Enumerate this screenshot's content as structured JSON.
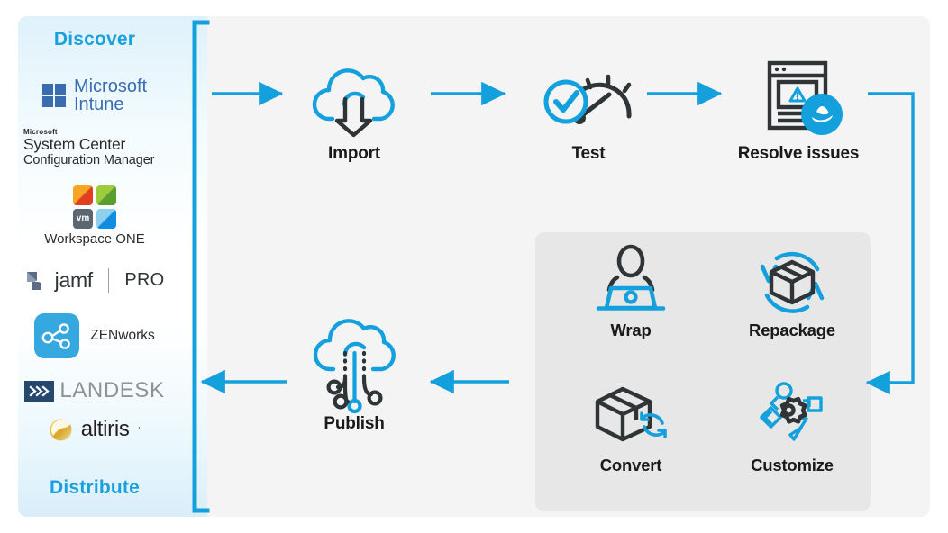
{
  "theme": {
    "accent_blue": "#1ba0dd",
    "arrow_blue": "#13a0dd",
    "dark": "#2f3437",
    "panel_bg": "#f4f4f4",
    "inner_panel_bg": "#e7e7e7",
    "page_bg": "#ffffff"
  },
  "sidebar": {
    "title_top": "Discover",
    "title_bottom": "Distribute",
    "logos": [
      {
        "name": "microsoft-intune",
        "line1": "Microsoft",
        "line2": "Intune"
      },
      {
        "name": "system-center-configuration-manager",
        "sup": "Microsoft",
        "line1": "System Center",
        "line2": "Configuration Manager"
      },
      {
        "name": "workspace-one",
        "tile_label": "vm",
        "label": "Workspace ONE"
      },
      {
        "name": "jamf-pro",
        "word": "jamf",
        "suffix": "PRO"
      },
      {
        "name": "zenworks",
        "label": "ZENworks"
      },
      {
        "name": "landesk",
        "label": "LANDESK"
      },
      {
        "name": "altiris",
        "label": "altiris"
      }
    ]
  },
  "flow": {
    "steps": [
      {
        "id": "import",
        "label": "Import",
        "icon": "cloud-download-icon"
      },
      {
        "id": "test",
        "label": "Test",
        "icon": "gauge-check-icon"
      },
      {
        "id": "resolve",
        "label": "Resolve issues",
        "icon": "window-warning-wrench-icon"
      },
      {
        "id": "wrap",
        "label": "Wrap",
        "icon": "person-laptop-icon"
      },
      {
        "id": "repackage",
        "label": "Repackage",
        "icon": "box-refresh-icon"
      },
      {
        "id": "convert",
        "label": "Convert",
        "icon": "box-convert-icon"
      },
      {
        "id": "customize",
        "label": "Customize",
        "icon": "gear-shapes-icon"
      },
      {
        "id": "publish",
        "label": "Publish",
        "icon": "cloud-distribute-icon"
      }
    ]
  }
}
